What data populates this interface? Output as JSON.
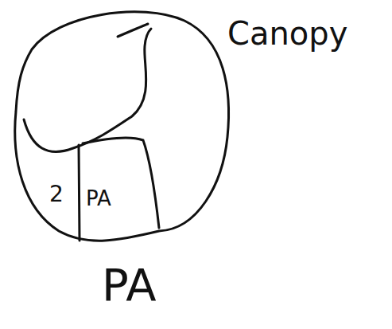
{
  "diagram": {
    "labels": [
      "Canopy",
      "2",
      "PA",
      "PA"
    ]
  }
}
